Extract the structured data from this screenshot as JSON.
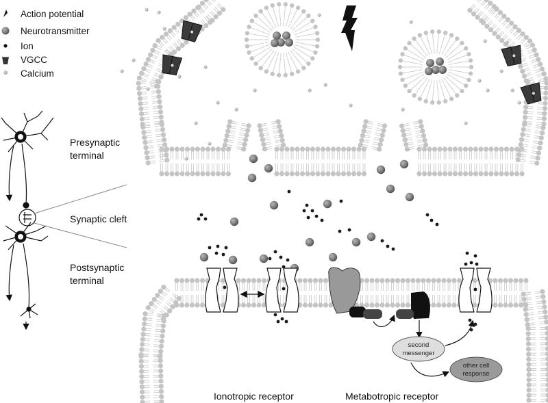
{
  "legend": {
    "items": [
      {
        "label": "Action potential",
        "icon": "action-potential-icon"
      },
      {
        "label": "Neurotransmitter",
        "icon": "neurotransmitter-icon"
      },
      {
        "label": "Ion",
        "icon": "ion-icon"
      },
      {
        "label": "VGCC",
        "icon": "vgcc-icon"
      },
      {
        "label": "Calcium",
        "icon": "calcium-icon"
      }
    ]
  },
  "labels": {
    "presynaptic_line1": "Presynaptic",
    "presynaptic_line2": "terminal",
    "cleft": "Synaptic cleft",
    "postsynaptic_line1": "Postsynaptic",
    "postsynaptic_line2": "terminal",
    "ionotropic": "Ionotropic receptor",
    "metabotropic": "Metabotropic receptor",
    "second_messenger_line1": "second",
    "second_messenger_line2": "messenger",
    "other_cell_line1": "other cell",
    "other_cell_line2": "response"
  },
  "colors": {
    "membrane": "#c4c4c4",
    "tail": "#cfcfcf",
    "neurotransmitter": "#8a8a8a",
    "ion": "#1a1a1a",
    "vgcc": "#444444",
    "receptor_gray": "#9a9a9a",
    "receptor_dark": "#111111",
    "bubble": "#dddddd"
  }
}
